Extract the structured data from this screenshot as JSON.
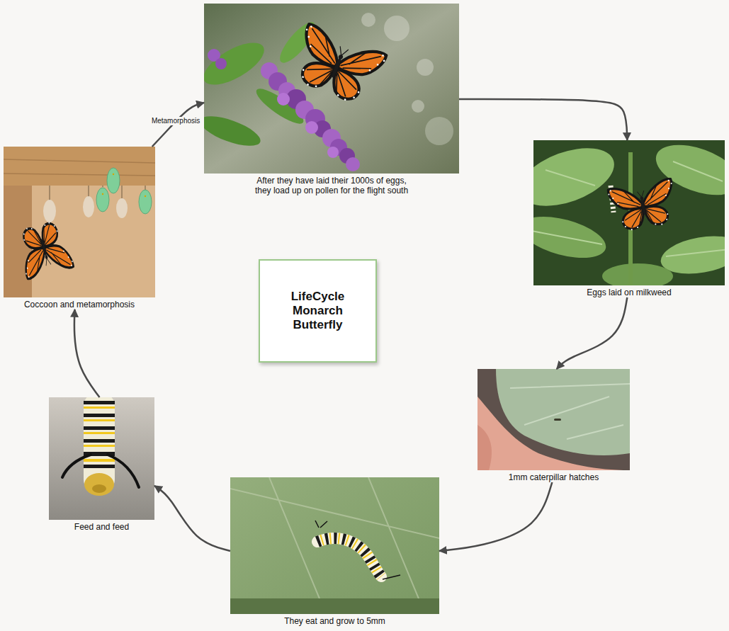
{
  "diagram": {
    "nodes": [
      {
        "text": [
          "After they have laid their 1000s of eggs, they load up on pollen for the flight south"
        ]
      },
      {
        "text": [
          "Eggs laid on milkweed"
        ]
      },
      {
        "text": [
          "1mm caterpillar hatches"
        ]
      },
      {
        "text": [
          "They eat and grow to 5mm"
        ]
      },
      {
        "text": [
          "Feed and feed"
        ]
      },
      {
        "text": [
          "Coccoon and metamorphosis"
        ]
      },
      {
        "text": [
          "LifeCycle Monarch Butterfly"
        ]
      }
    ],
    "edges": [
      {
        "from": 0,
        "to": 1,
        "arrow": "to"
      },
      {
        "from": 1,
        "to": 2,
        "arrow": "to"
      },
      {
        "from": 2,
        "to": 3,
        "arrow": "to"
      },
      {
        "from": 3,
        "to": 4,
        "arrow": "to"
      },
      {
        "from": 4,
        "to": 5,
        "arrow": "to"
      },
      {
        "from": 5,
        "to": 0,
        "arrow": "to",
        "label": "Metamorphosis"
      }
    ]
  }
}
